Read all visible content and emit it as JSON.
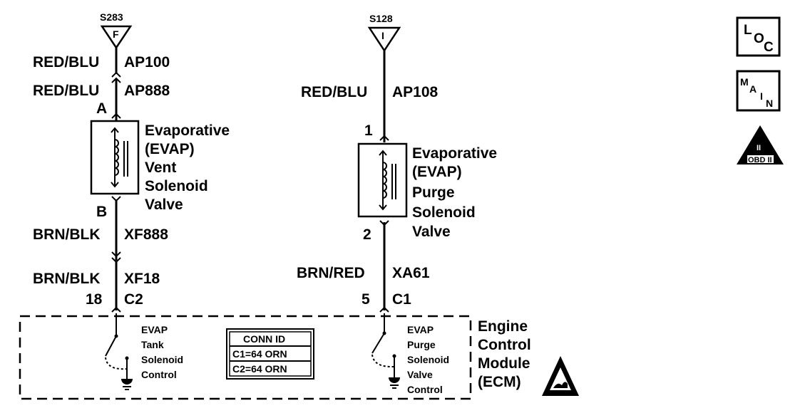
{
  "splices": {
    "left": {
      "id": "S283",
      "letter": "F"
    },
    "right": {
      "id": "S128",
      "letter": "I"
    }
  },
  "left_circuit": {
    "wire_top_color": "RED/BLU",
    "wire_top_circuit": "AP100",
    "wire_mid_color": "RED/BLU",
    "wire_mid_circuit": "AP888",
    "pin_top": "A",
    "component_lines": [
      "Evaporative",
      "(EVAP)",
      "Vent",
      "Solenoid",
      "Valve"
    ],
    "pin_bottom": "B",
    "wire_low_color": "BRN/BLK",
    "wire_low_circuit": "XF888",
    "wire_ecm_color": "BRN/BLK",
    "wire_ecm_circuit": "XF18",
    "ecm_pin": "18",
    "ecm_connector": "C2"
  },
  "right_circuit": {
    "wire_top_color": "RED/BLU",
    "wire_top_circuit": "AP108",
    "pin_top": "1",
    "component_lines": [
      "Evaporative",
      "(EVAP)",
      "Purge",
      "Solenoid",
      "Valve"
    ],
    "pin_bottom": "2",
    "wire_ecm_color": "BRN/RED",
    "wire_ecm_circuit": "XA61",
    "ecm_pin": "5",
    "ecm_connector": "C1"
  },
  "ecm": {
    "label_lines": [
      "Engine",
      "Control",
      "Module",
      "(ECM)"
    ],
    "left_switch_lines": [
      "EVAP",
      "Tank",
      "Solenoid",
      "Control"
    ],
    "right_switch_lines": [
      "EVAP",
      "Purge",
      "Solenoid",
      "Valve",
      "Control"
    ],
    "conn_id": {
      "title": "CONN ID",
      "rows": [
        "C1=64 ORN",
        "C2=64 ORN"
      ]
    }
  },
  "nav_icons": {
    "loc": [
      "L",
      "O",
      "C"
    ],
    "main": [
      "M",
      "A",
      "I",
      "N"
    ],
    "obd": {
      "top": "II",
      "bottom": "OBD II"
    }
  }
}
